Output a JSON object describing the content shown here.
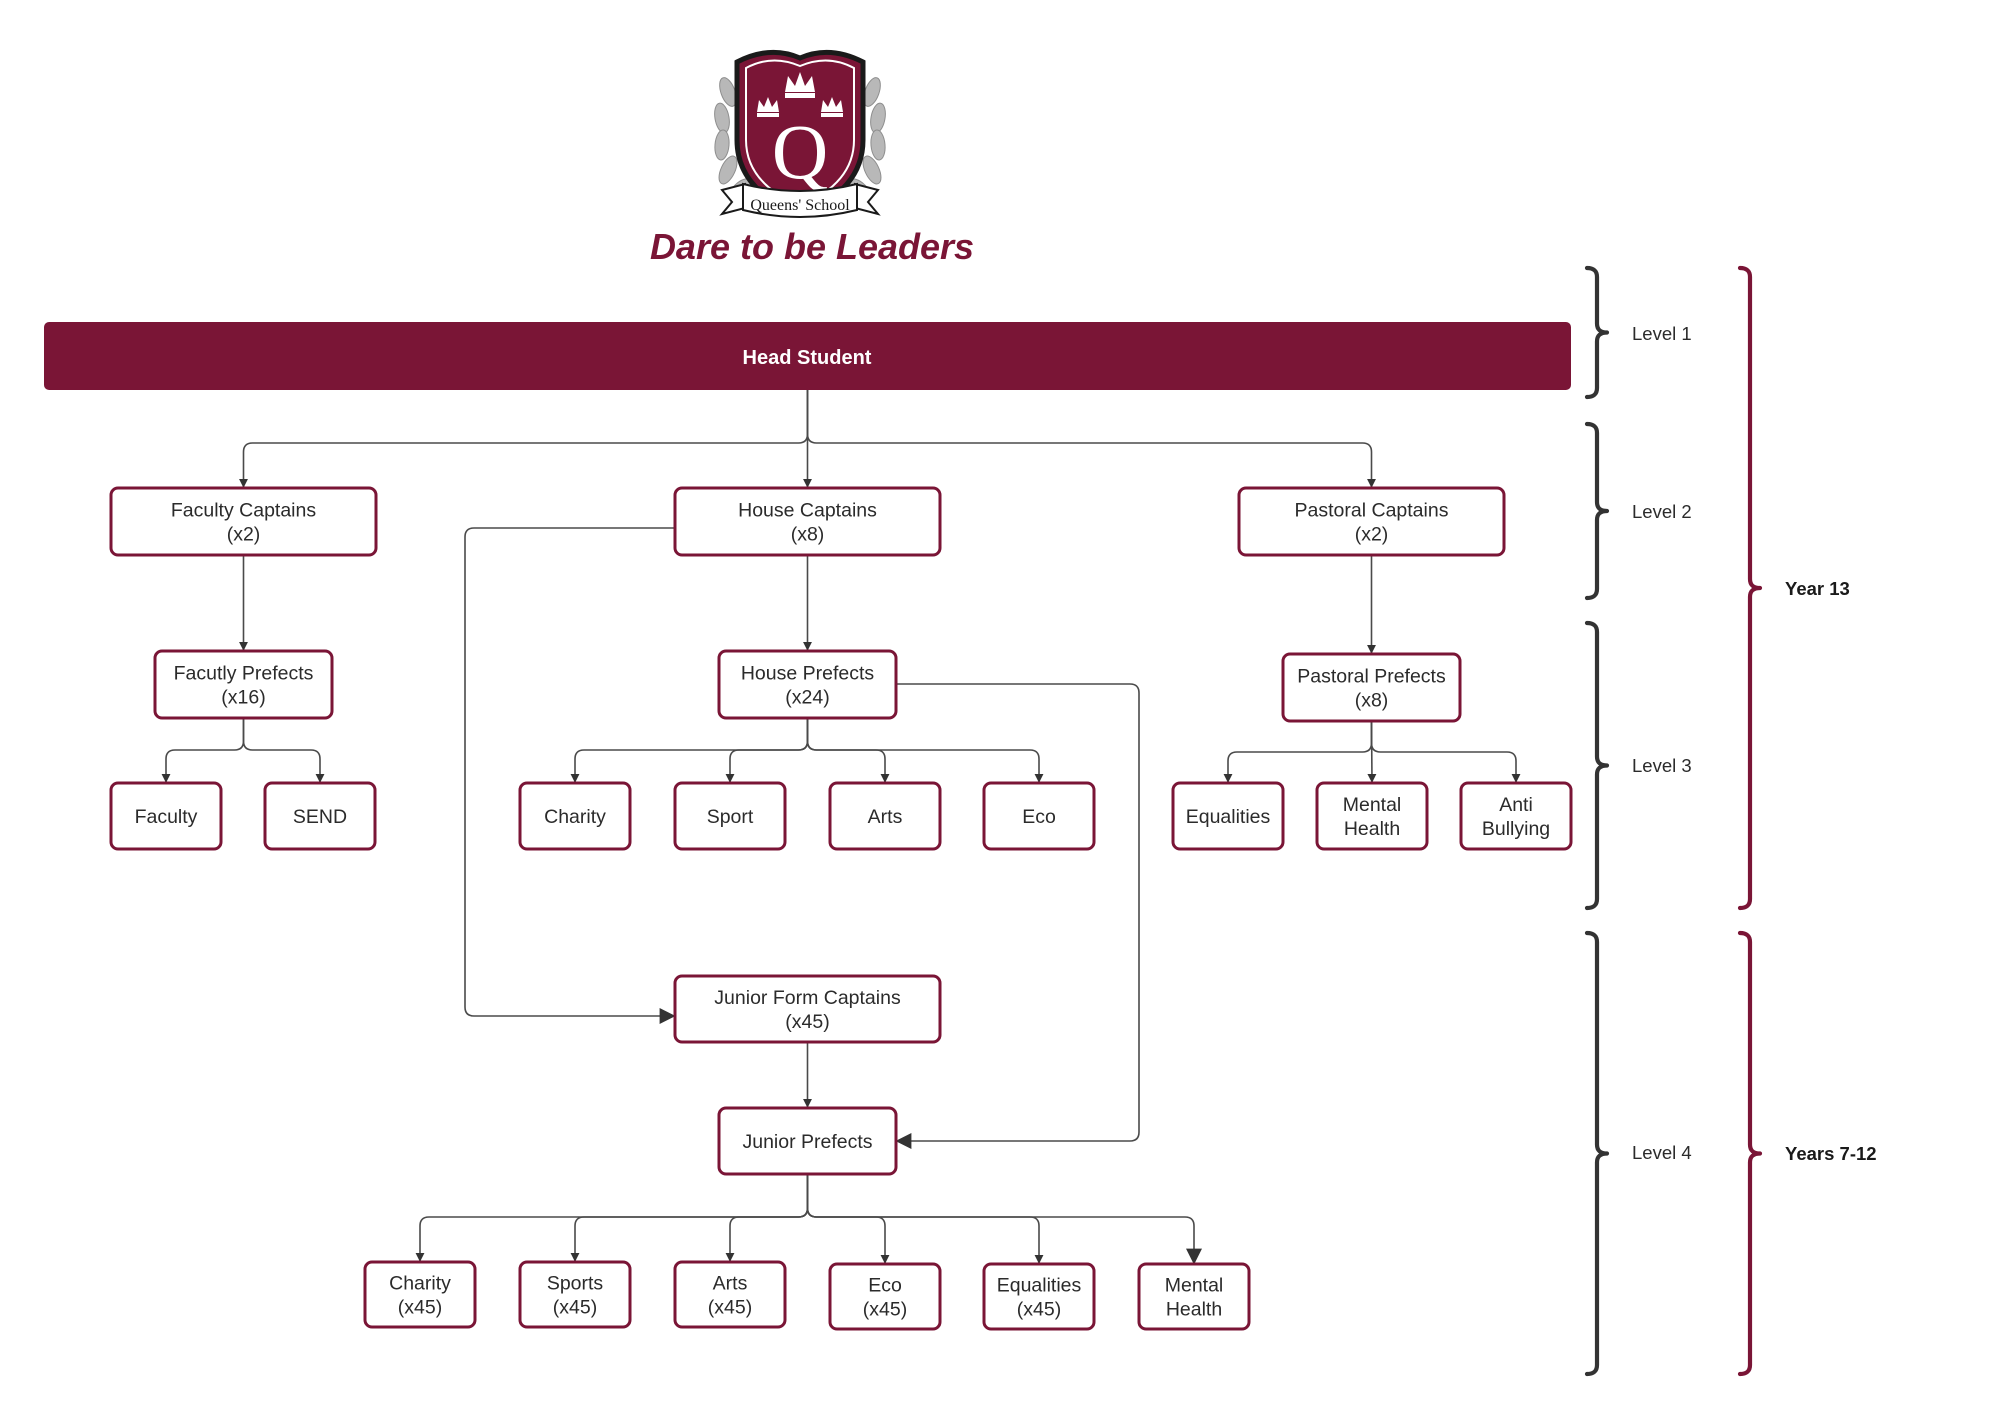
{
  "colors": {
    "primary": "#7a1536",
    "connector": "#4a4a4a",
    "level_brace": "#333333",
    "year_brace": "#7a1536"
  },
  "logo": {
    "icon": "queens-school-crest-icon",
    "banner_text": "Queens' School",
    "letter": "Q"
  },
  "slogan": "Dare to be Leaders",
  "head": {
    "label": "Head Student"
  },
  "nodes": {
    "faculty_captains": [
      "Faculty Captains",
      "(x2)"
    ],
    "house_captains": [
      "House Captains",
      "(x8)"
    ],
    "pastoral_captains": [
      "Pastoral Captains",
      "(x2)"
    ],
    "faculty_prefects": [
      "Facutly Prefects",
      "(x16)"
    ],
    "house_prefects": [
      "House Prefects",
      "(x24)"
    ],
    "pastoral_prefects": [
      "Pastoral Prefects",
      "(x8)"
    ],
    "faculty": [
      "Faculty"
    ],
    "send": [
      "SEND"
    ],
    "charity": [
      "Charity"
    ],
    "sport": [
      "Sport"
    ],
    "arts": [
      "Arts"
    ],
    "eco": [
      "Eco"
    ],
    "equalities": [
      "Equalities"
    ],
    "mental_health": [
      "Mental",
      "Health"
    ],
    "anti_bullying": [
      "Anti",
      "Bullying"
    ],
    "junior_form_captains": [
      "Junior Form Captains",
      "(x45)"
    ],
    "junior_prefects": [
      "Junior Prefects"
    ],
    "jp_charity": [
      "Charity",
      "(x45)"
    ],
    "jp_sports": [
      "Sports",
      "(x45)"
    ],
    "jp_arts": [
      "Arts",
      "(x45)"
    ],
    "jp_eco": [
      "Eco",
      "(x45)"
    ],
    "jp_equalities": [
      "Equalities",
      "(x45)"
    ],
    "jp_mental_health": [
      "Mental",
      "Health"
    ]
  },
  "edges": [
    [
      "head",
      "faculty_captains"
    ],
    [
      "head",
      "house_captains"
    ],
    [
      "head",
      "pastoral_captains"
    ],
    [
      "faculty_captains",
      "faculty_prefects"
    ],
    [
      "house_captains",
      "house_prefects"
    ],
    [
      "pastoral_captains",
      "pastoral_prefects"
    ],
    [
      "faculty_prefects",
      "faculty"
    ],
    [
      "faculty_prefects",
      "send"
    ],
    [
      "house_prefects",
      "charity"
    ],
    [
      "house_prefects",
      "sport"
    ],
    [
      "house_prefects",
      "arts"
    ],
    [
      "house_prefects",
      "eco"
    ],
    [
      "pastoral_prefects",
      "equalities"
    ],
    [
      "pastoral_prefects",
      "mental_health"
    ],
    [
      "pastoral_prefects",
      "anti_bullying"
    ],
    [
      "house_captains",
      "junior_form_captains"
    ],
    [
      "junior_form_captains",
      "junior_prefects"
    ],
    [
      "house_prefects",
      "junior_prefects"
    ],
    [
      "junior_prefects",
      "jp_charity"
    ],
    [
      "junior_prefects",
      "jp_sports"
    ],
    [
      "junior_prefects",
      "jp_arts"
    ],
    [
      "junior_prefects",
      "jp_eco"
    ],
    [
      "junior_prefects",
      "jp_equalities"
    ],
    [
      "junior_prefects",
      "jp_mental_health"
    ]
  ],
  "levels": {
    "level1": "Level 1",
    "level2": "Level 2",
    "level3": "Level 3",
    "level4": "Level 4"
  },
  "years": {
    "year13": "Year 13",
    "years7_12": "Years 7-12"
  }
}
